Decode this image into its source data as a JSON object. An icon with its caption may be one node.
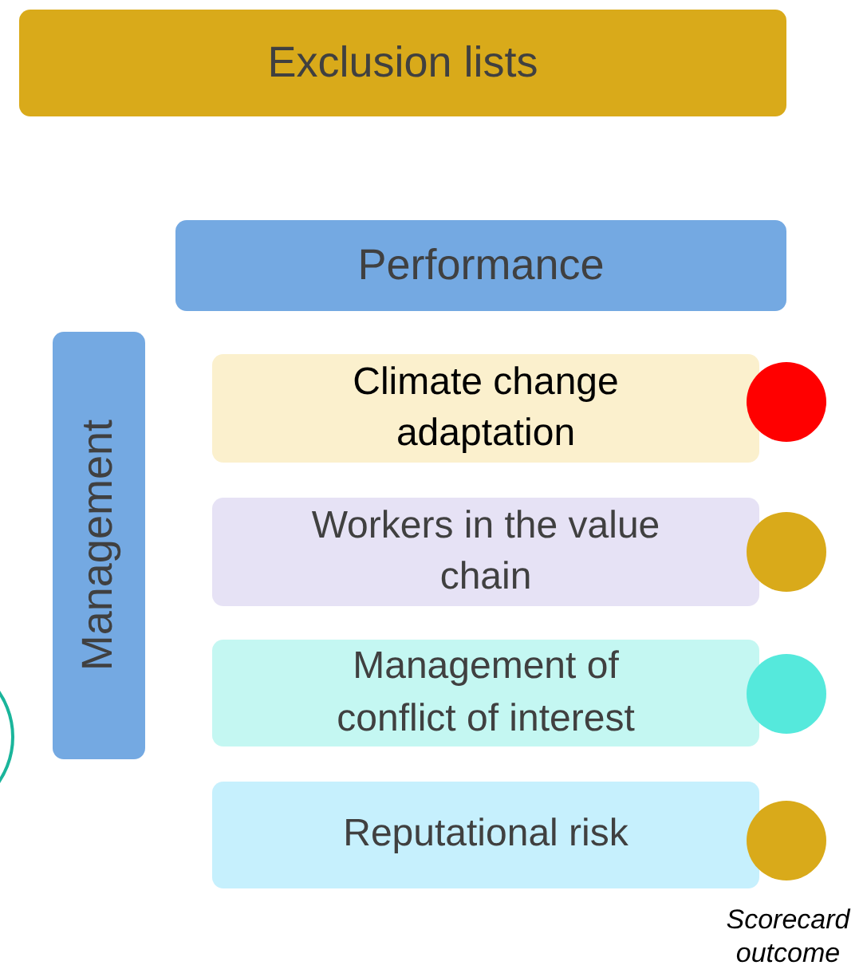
{
  "diagram": {
    "nodes": [
      {
        "text": [
          "Exclusion lists"
        ]
      },
      {
        "text": [
          "Performance"
        ]
      },
      {
        "text": [
          "Management"
        ]
      },
      {
        "text": [
          "Climate change adaptation"
        ]
      },
      {
        "text": [],
        "shape": "circle"
      },
      {
        "text": [
          "Workers in the value chain"
        ]
      },
      {
        "text": [],
        "shape": "circle"
      },
      {
        "text": [
          "Management of conflict of interest"
        ]
      },
      {
        "text": [],
        "shape": "circle"
      },
      {
        "text": [
          "Reputational risk"
        ]
      },
      {
        "text": [],
        "shape": "circle"
      }
    ],
    "edges": [],
    "labels": [
      "Scorecard outcome"
    ]
  }
}
